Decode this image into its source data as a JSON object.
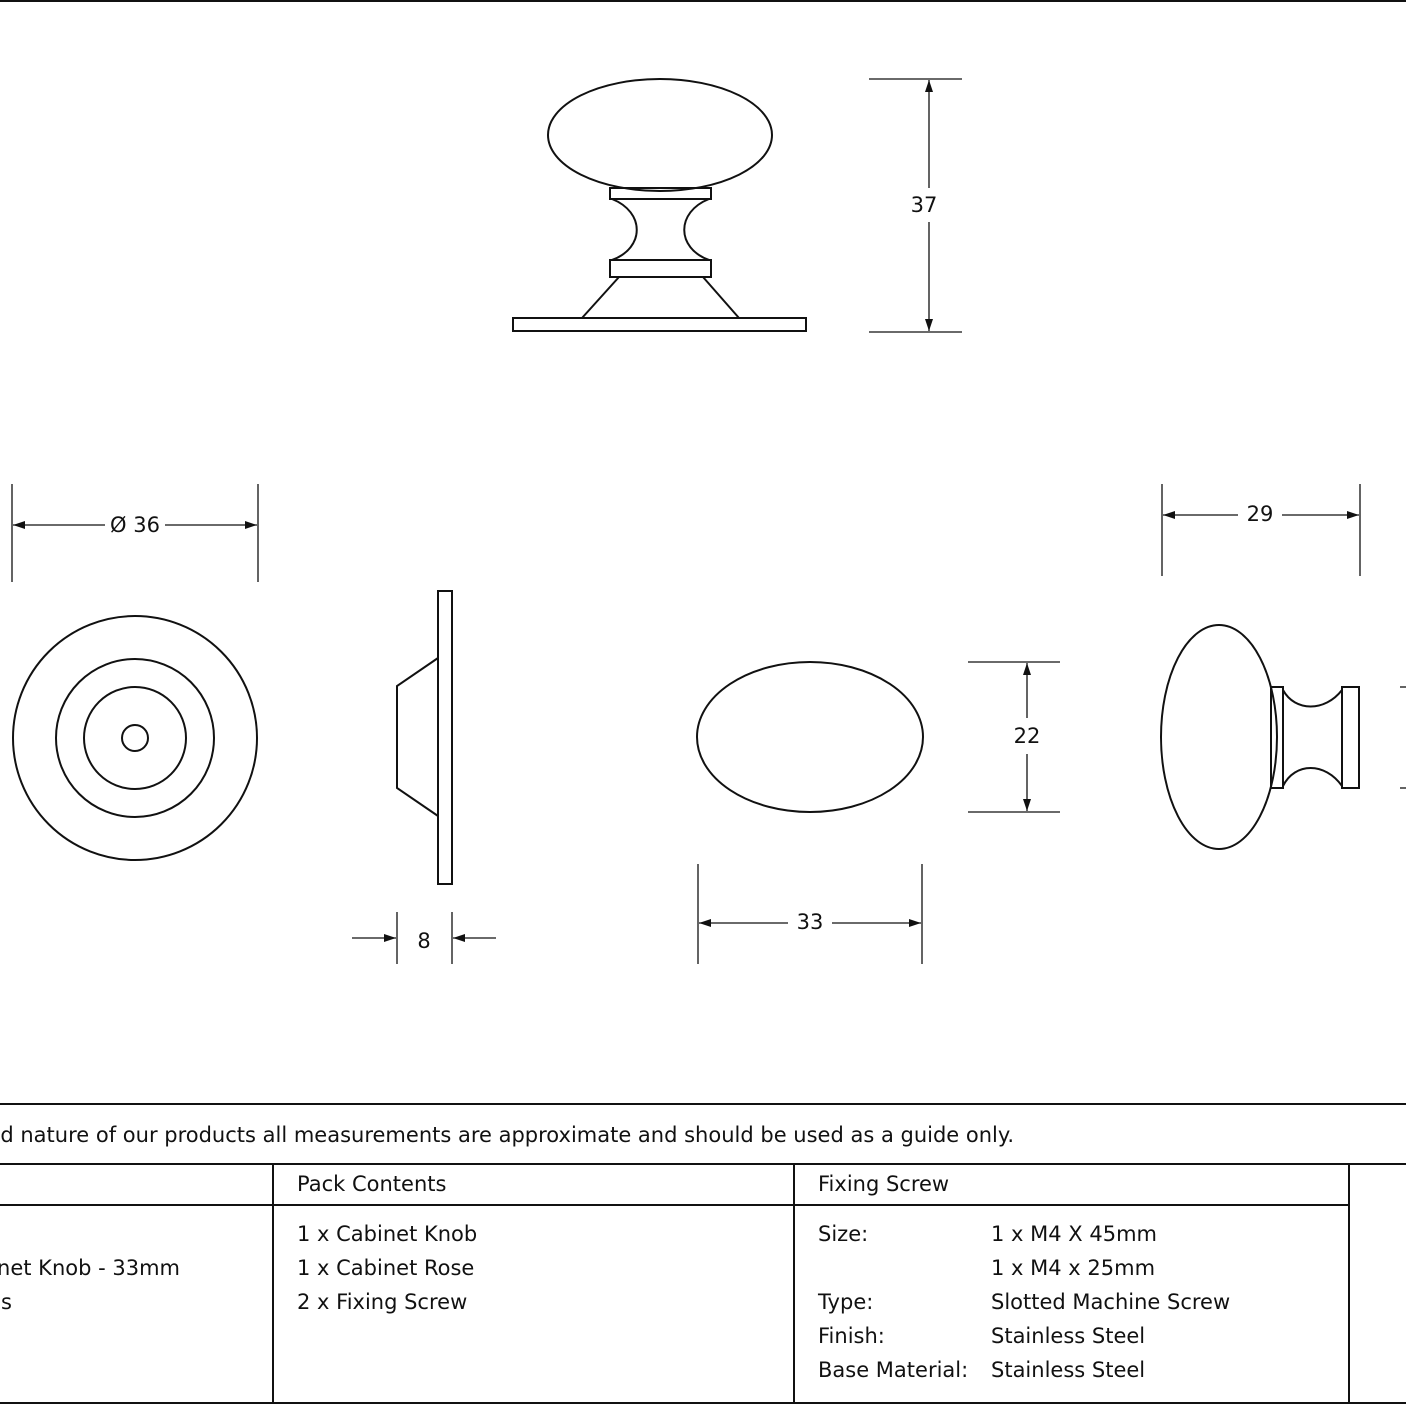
{
  "dimensions": {
    "height": "37",
    "diameter": "Ø 36",
    "rose_thickness": "8",
    "knob_width": "33",
    "knob_height": "22",
    "side_depth": "29"
  },
  "disclaimer": "d crafted nature of our products all measurements are approximate and should be used as a guide only.",
  "table": {
    "col1": {
      "line1": "net Knob - 33mm",
      "line2": "s"
    },
    "pack_contents": {
      "header": "Pack Contents",
      "items": [
        "1 x Cabinet Knob",
        "1 x Cabinet Rose",
        "2 x Fixing Screw"
      ]
    },
    "fixing_screw": {
      "header": "Fixing Screw",
      "size_label": "Size:",
      "size_values": [
        "1 x M4 X 45mm",
        "1 x M4 x 25mm"
      ],
      "type_label": "Type:",
      "type_value": "Slotted Machine Screw",
      "finish_label": "Finish:",
      "finish_value": "Stainless Steel",
      "base_label": "Base Material:",
      "base_value": "Stainless Steel"
    }
  }
}
